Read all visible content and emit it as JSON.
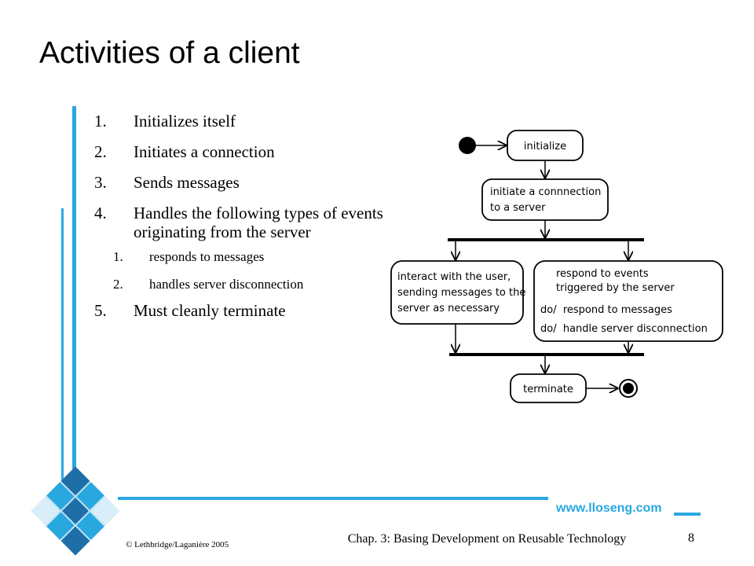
{
  "slide": {
    "title": "Activities of a client",
    "items": [
      {
        "num": "1.",
        "text": "Initializes itself",
        "level": 1
      },
      {
        "num": "2.",
        "text": "Initiates a connection",
        "level": 1
      },
      {
        "num": "3.",
        "text": "Sends messages",
        "level": 1
      },
      {
        "num": "4.",
        "text": "Handles the following types of events originating from the server",
        "level": 1
      },
      {
        "num": "1.",
        "text": "responds to messages",
        "level": 2
      },
      {
        "num": "2.",
        "text": "handles server disconnection",
        "level": 2
      },
      {
        "num": "5.",
        "text": "Must cleanly terminate",
        "level": 1
      }
    ]
  },
  "diagram": {
    "initialize": "initialize",
    "connect_line1": "initiate a connnection",
    "connect_line2": "to a server",
    "interact_line1": "interact with the user,",
    "interact_line2": "sending messages to the",
    "interact_line3": "server as necessary",
    "respond_line1": "respond to events",
    "respond_line2": "triggered by the server",
    "respond_do1": "do/  respond to messages",
    "respond_do2": "do/  handle server disconnection",
    "terminate": "terminate"
  },
  "footer": {
    "copyright": "© Lethbridge/Laganière 2005",
    "chapter": "Chap. 3: Basing Development on Reusable Technology",
    "page": "8",
    "website": "www.lloseng.com"
  },
  "colors": {
    "accent": "#29a8e0",
    "dark_blue": "#1e6fa8",
    "light_blue": "#bfe3f5"
  },
  "icons": {
    "logo": "blue-mosaic-logo"
  }
}
